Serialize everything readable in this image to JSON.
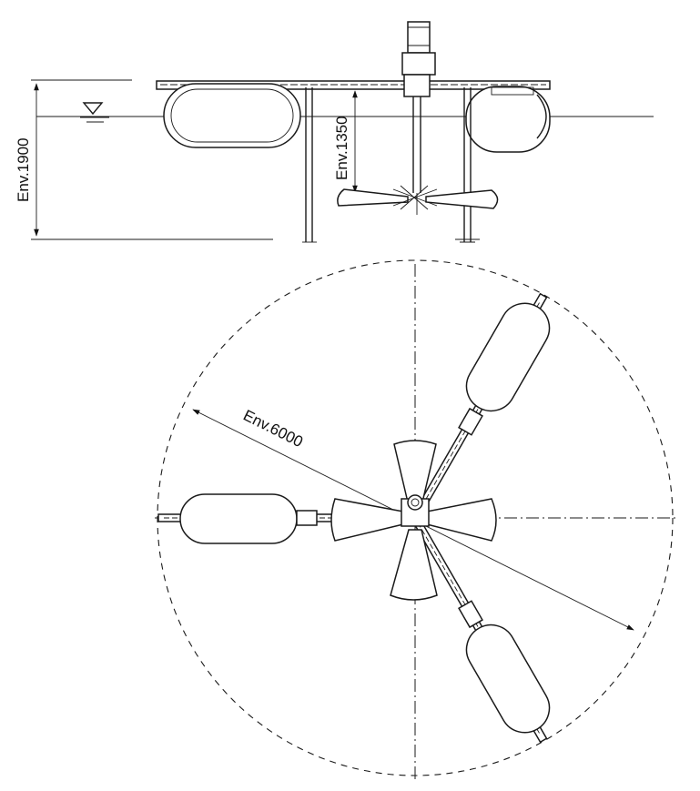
{
  "elevation_view": {
    "depth_dimension": "Env.1900",
    "immersion_dimension": "Env.1350"
  },
  "plan_view": {
    "diameter_dimension": "Env.6000"
  }
}
